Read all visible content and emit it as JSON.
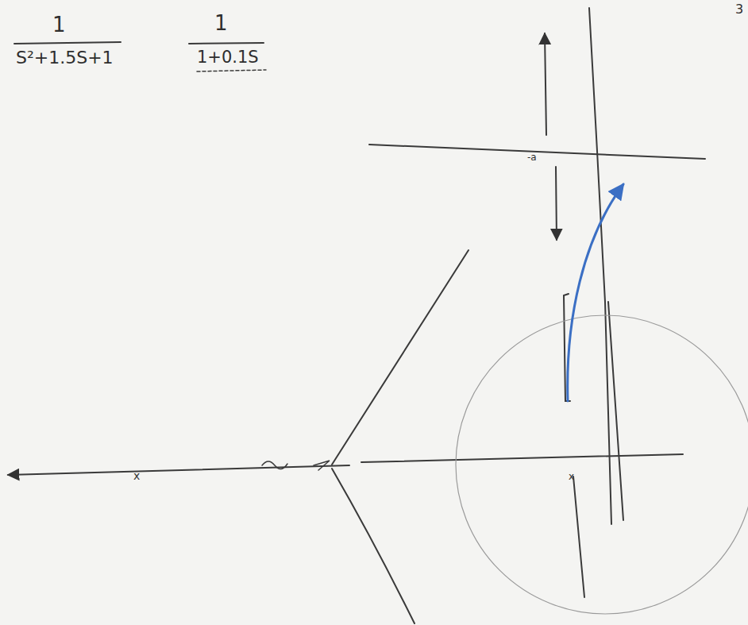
{
  "diagram": {
    "labels": [
      "1",
      "S²+1.5S+1",
      "1",
      "1+0.1S",
      "-a",
      "3"
    ]
  }
}
